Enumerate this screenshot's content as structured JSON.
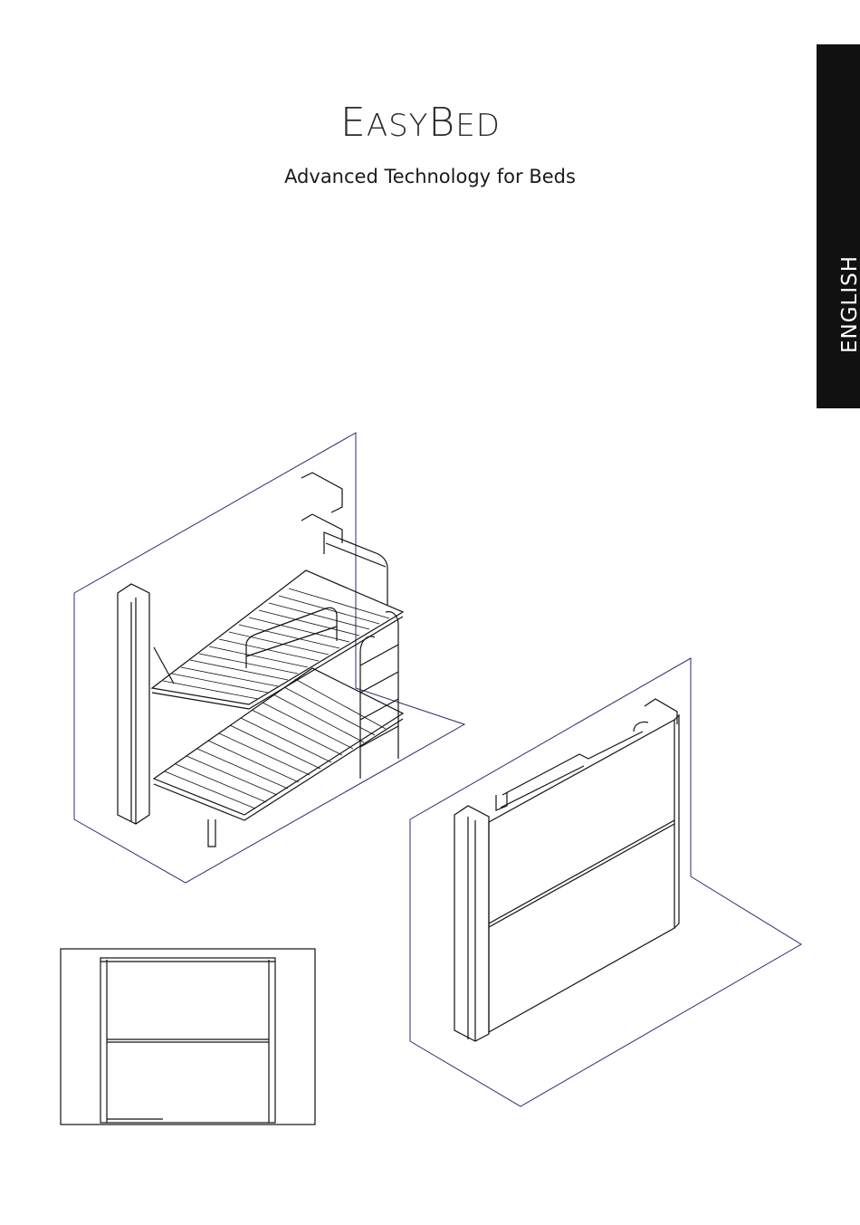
{
  "brand": {
    "logo_icon": "swoosh-logo-icon",
    "name_part1_big": "E",
    "name_part1_small": "ASY",
    "name_part2_big": "B",
    "name_part2_small": "ED",
    "accent_color": "#c8102e"
  },
  "tagline": "Advanced Technology for Beds",
  "language_tab": "ENGLISH",
  "illustrations": [
    "bunk-bed-open-illustration",
    "bunk-bed-closed-illustration",
    "bunk-bed-front-view-illustration"
  ]
}
